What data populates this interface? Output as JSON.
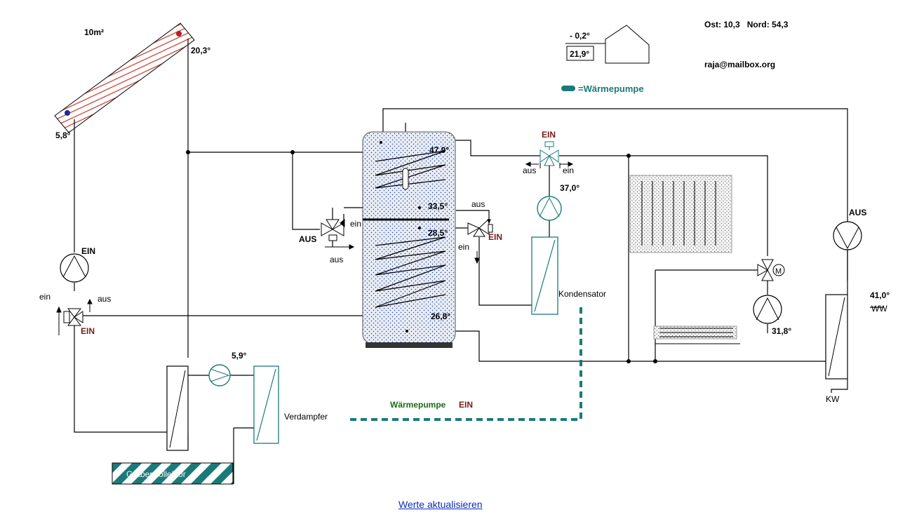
{
  "collector": {
    "area": "10m²",
    "temp_top": "20,3°",
    "temp_bottom": "5,8°"
  },
  "outdoor": {
    "temp_outside": "- 0,2°",
    "temp_inside": "21,9°"
  },
  "location": "Ost: 10,3   Nord: 54,3",
  "email": "raja@mailbox.org",
  "legend": {
    "label": "=Wärmepumpe"
  },
  "storage": {
    "t1": "47,9°",
    "t2": "33,5°",
    "t3": "28,5°",
    "t4": "26,8°"
  },
  "valves": {
    "left_valve_state": "AUS",
    "left_valve_ein": "ein",
    "left_valve_aus": "aus",
    "right_valve_aus": "aus",
    "right_valve_ein": "ein",
    "right_valve_state": "EIN",
    "top_valve_state": "EIN",
    "top_valve_aus": "aus",
    "top_valve_ein": "ein",
    "solar_valve_ein": "ein",
    "solar_valve_aus": "aus",
    "solar_valve_state": "EIN"
  },
  "pumps": {
    "solar_pump_state": "EIN",
    "hp_circuit_temp": "37,0°",
    "brine_temp": "5,9°",
    "floor_temp": "31,8°",
    "dhw_pump_state": "AUS"
  },
  "components": {
    "condenser": "Kondensator",
    "evaporator": "Verdampfer",
    "ground_collector": "Grabenkollektor"
  },
  "heatpump_status": {
    "label": "Wärmepumpe",
    "state": "EIN"
  },
  "dhw": {
    "temp": "41,0°",
    "ww": "WW",
    "kw": "KW"
  },
  "link": {
    "label": "Werte aktualisieren"
  },
  "colors": {
    "teal": "#1a7a7a",
    "state_red": "#7b1a1a",
    "state_green": "#1a6b1a",
    "link_blue": "#0a2dbd"
  }
}
